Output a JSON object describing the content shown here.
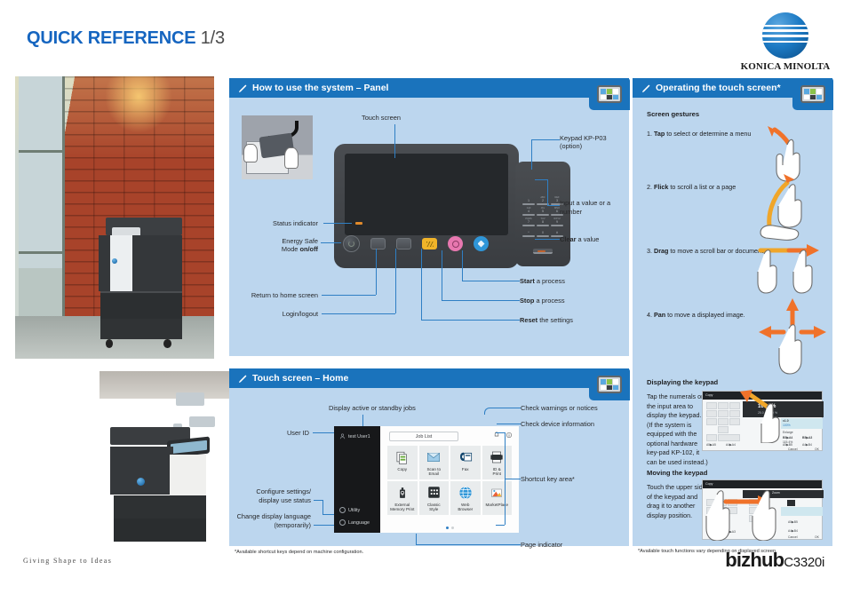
{
  "document": {
    "title_strong": "QUICK REFERENCE",
    "title_light": "1/3",
    "brand": "KONICA MINOLTA",
    "tagline": "Giving Shape to Ideas",
    "model_brand": "bizhub",
    "model_name": "C3320i"
  },
  "panel_how": {
    "header": "How to use the system – Panel",
    "badge_icon": "touch-panel-icon",
    "callouts": {
      "touch_screen": "Touch screen",
      "keypad": "Keypad KP-P03",
      "keypad_option": "(option)",
      "input_value_l1": "Input a value or a",
      "input_value_l2": "number",
      "clear_bold": "Clear",
      "clear_rest": " a value",
      "status_indicator": "Status indicator",
      "energy_l1": "Energy Safe",
      "energy_l2a": "Mode ",
      "energy_l2b": "on/off",
      "home": "Return to home screen",
      "login": "Login/logout",
      "start_bold": "Start",
      "start_rest": " a process",
      "stop_bold": "Stop",
      "stop_rest": " a process",
      "reset_bold": "Reset",
      "reset_rest": " the settings"
    },
    "keypad_keys": [
      {
        "num": "1",
        "letters": ""
      },
      {
        "num": "2",
        "letters": "ABC"
      },
      {
        "num": "3",
        "letters": "DEF"
      },
      {
        "num": "4",
        "letters": "GHI"
      },
      {
        "num": "5",
        "letters": "JKL"
      },
      {
        "num": "6",
        "letters": "MNO"
      },
      {
        "num": "7",
        "letters": "PQRS"
      },
      {
        "num": "8",
        "letters": "TUV"
      },
      {
        "num": "9",
        "letters": "WXYZ"
      },
      {
        "num": "*",
        "letters": ""
      },
      {
        "num": "0",
        "letters": ""
      },
      {
        "num": "#",
        "letters": ""
      }
    ]
  },
  "panel_home": {
    "header": "Touch screen – Home",
    "badge_icon": "touch-panel-icon",
    "callouts": {
      "jobs": "Display active or standby jobs",
      "warnings": "Check warnings or notices",
      "device_info": "Check device information",
      "user_id": "User ID",
      "shortcut": "Shortcut key area*",
      "configure_l1": "Configure settings/",
      "configure_l2": "display use status",
      "language_l1": "Change display language",
      "language_l2": "(temporarily)",
      "page_indicator": "Page indicator"
    },
    "screen": {
      "user_name": "test User1",
      "job_list": "Job List",
      "utility": "Utility",
      "language": "Language",
      "apps": [
        {
          "label": "Copy",
          "icon": "copy-icon"
        },
        {
          "label": "Scan to\nEmail",
          "icon": "scan-email-icon"
        },
        {
          "label": "Fax",
          "icon": "fax-icon"
        },
        {
          "label": "ID &\nPrint",
          "icon": "id-print-icon"
        },
        {
          "label": "External\nMemory Print",
          "icon": "usb-memory-icon"
        },
        {
          "label": "Classic\nStyle",
          "icon": "classic-style-icon"
        },
        {
          "label": "Web\nBrowser",
          "icon": "web-browser-icon"
        },
        {
          "label": "MarketPlace",
          "icon": "marketplace-icon"
        }
      ],
      "page_dots": 2,
      "active_dot": 0
    },
    "footnote": "*Available shortcut keys depend on machine configuration."
  },
  "panel_ops": {
    "header": "Operating the touch screen*",
    "badge_icon": "touch-panel-icon",
    "gestures_title": "Screen gestures",
    "gestures": [
      {
        "num": "1.",
        "bold": "Tap",
        "rest": " to select or determine a menu",
        "icon": "tap-hand-icon"
      },
      {
        "num": "2.",
        "bold": "Flick",
        "rest": " to scroll a list or a page",
        "icon": "flick-hand-icon"
      },
      {
        "num": "3.",
        "bold": "Drag",
        "rest": " to move a scroll bar or document.",
        "icon": "drag-hand-icon"
      },
      {
        "num": "4.",
        "bold": "Pan",
        "rest": " to move a displayed image.",
        "icon": "pan-hand-icon"
      }
    ],
    "keypad_display": {
      "title": "Displaying the keypad",
      "body": "Tap the numerals or the input area to display the keypad.\n(If the system is equipped with the optional hardware key-pad KP-102, it can be used instead.)",
      "shot": {
        "app": "Copy",
        "zoom_value": "100.0%",
        "zoom_range": "25.0 - 400.0 %",
        "preset_1": "x1.0",
        "preset_1b": "100%",
        "enlarge": "Enlarge",
        "size_1": "B5▶A4",
        "size_2": "B5▶A3",
        "size_pct": "115.4%",
        "size_3": "A5▶A5",
        "size_4": "A4▶A4",
        "size_5": "A5▶B5",
        "size_6": "A4▶B4",
        "cancel": "Cancel",
        "ok": "OK"
      }
    },
    "keypad_move": {
      "title": "Moving the keypad",
      "body": "Touch the upper side of the keypad and drag it to another display position.",
      "shot": {
        "app": "Copy",
        "zoom_label": "Zoom",
        "size_1": "B5▶A4",
        "size_2": "B5▶A3",
        "size_3": "A5▶B5",
        "size_4": "A4▶B4",
        "cancel": "Cancel",
        "ok": "OK"
      }
    },
    "footnote": "*Available touch functions vary depending on displayed screen."
  },
  "colors": {
    "header_blue": "#1a73bc",
    "panel_blue": "#bcd6ee",
    "title_blue": "#1565c0",
    "line_blue": "#2f7fc4",
    "accent_orange": "#f0722a",
    "accent_yellow": "#f5b43c",
    "btn_reset": "#f0b429",
    "btn_stop": "#e878b0",
    "btn_start": "#2f96d8"
  }
}
